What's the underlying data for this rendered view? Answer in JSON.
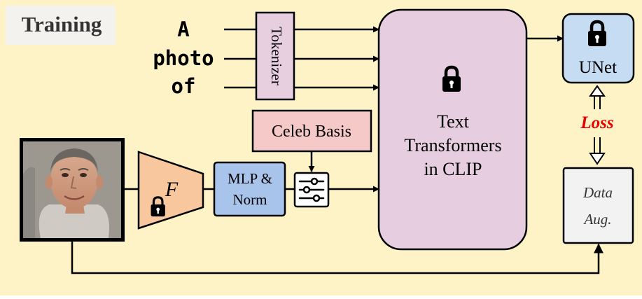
{
  "panel": {
    "title": "Training",
    "background": "#fef3c7"
  },
  "prompt_words": [
    "A",
    "photo",
    "of"
  ],
  "blocks": {
    "tokenizer": "Tokenizer",
    "celeb_basis": "Celeb Basis",
    "encoder_symbol": "F",
    "mlp_line1": "MLP &",
    "mlp_line2": "Norm",
    "text_transformer_line1": "Text",
    "text_transformer_line2": "Transformers",
    "text_transformer_line3": "in CLIP",
    "unet": "UNet",
    "loss": "Loss",
    "data_aug_line1": "Data",
    "data_aug_line2": "Aug."
  },
  "icons": {
    "frozen": "lock-icon",
    "tuning": "sliders-icon",
    "face": "face-photo"
  },
  "colors": {
    "tokenizer": "#e8cfe0",
    "celeb_basis": "#f6c9c9",
    "encoder": "#f8c79e",
    "mlp": "#a9c4ea",
    "clip": "#e6cde0",
    "unet": "#c6dcf3",
    "data_aug": "#f2f2f2",
    "loss": "#e60000"
  }
}
